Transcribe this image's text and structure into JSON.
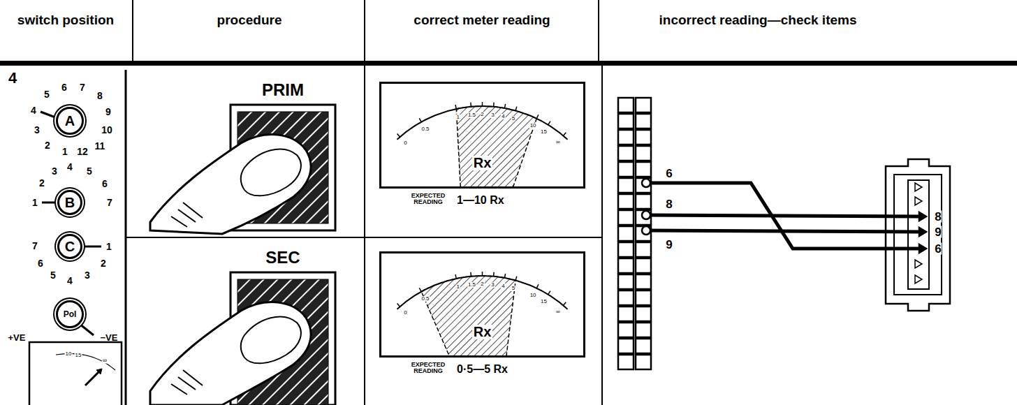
{
  "diagram": {
    "nodes": [
      {
        "text": [
          "A"
        ]
      },
      {
        "text": [
          "B"
        ]
      },
      {
        "text": [
          "C"
        ]
      },
      {
        "text": [
          "Pol"
        ]
      },
      {
        "text": [
          "PRIM"
        ]
      },
      {
        "text": [
          "Rx",
          "EXPECTED READING",
          "1—10 Rx"
        ]
      },
      {
        "text": [
          "SEC"
        ]
      },
      {
        "text": [
          "Rx",
          "EXPECTED READING",
          "0·5—5 Rx"
        ]
      }
    ],
    "labels": [
      "switch position",
      "procedure",
      "correct meter reading",
      "incorrect reading—check items",
      "4",
      "5",
      "6",
      "7",
      "8",
      "4",
      "9",
      "3",
      "10",
      "2",
      "1",
      "12",
      "11",
      "3",
      "4",
      "5",
      "2",
      "6",
      "1",
      "7",
      "7",
      "1",
      "6",
      "2",
      "5",
      "4",
      "3",
      "+VE",
      "−VE",
      "10",
      "15",
      "∞",
      "0",
      "0.5",
      "1",
      "1.5",
      "2",
      "3",
      "4",
      "5",
      "10",
      "15",
      "∞",
      "0",
      "0.5",
      "1",
      "1.5",
      "2",
      "3",
      "4",
      "5",
      "10",
      "15",
      "∞",
      "6",
      "8",
      "9",
      "8",
      "9",
      "6"
    ]
  }
}
